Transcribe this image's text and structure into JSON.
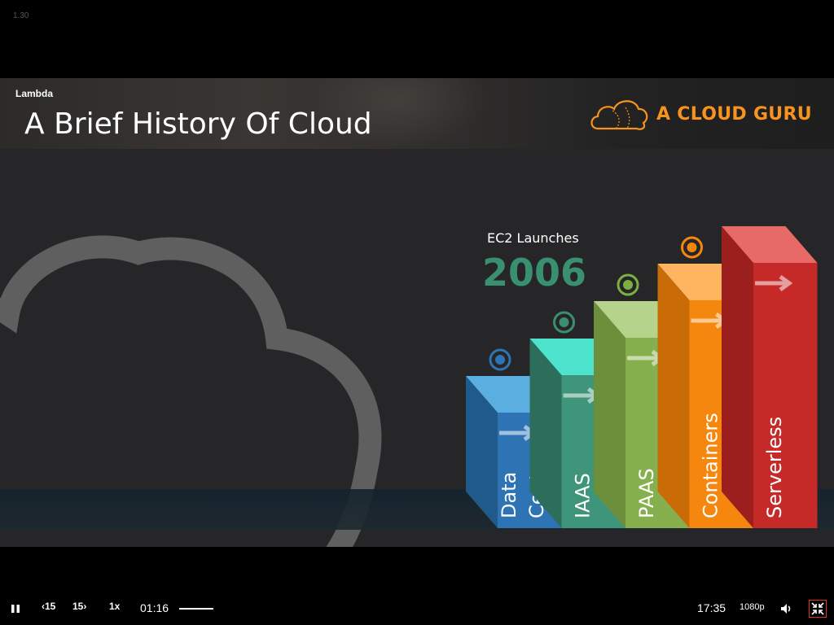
{
  "overlay": {
    "version": "1.30"
  },
  "slide": {
    "module": "Lambda",
    "title": "A Brief History Of Cloud",
    "brand": "A CLOUD GURU",
    "callout_label": "EC2 Launches",
    "callout_year": "2006",
    "steps": [
      {
        "label_lines": [
          "Data",
          "Centre"
        ],
        "color": "#2e74b5",
        "top_color": "#5aaee0",
        "side_color": "#1f5a8a",
        "marker_color": "#2e74b5"
      },
      {
        "label_lines": [
          "IAAS"
        ],
        "color": "#3f9579",
        "top_color": "#4de3cc",
        "side_color": "#2c6e59",
        "marker_color": "#3a8f6f"
      },
      {
        "label_lines": [
          "PAAS"
        ],
        "color": "#86b04d",
        "top_color": "#b5d38a",
        "side_color": "#6b8f3a",
        "marker_color": "#7db043"
      },
      {
        "label_lines": [
          "Containers"
        ],
        "color": "#f5870f",
        "top_color": "#ffb460",
        "side_color": "#c96c08",
        "marker_color": "#f5870f"
      },
      {
        "label_lines": [
          "Serverless"
        ],
        "color": "#c62a28",
        "top_color": "#e86a66",
        "side_color": "#9c1f1d",
        "marker_color": null
      }
    ]
  },
  "player": {
    "play_state_icon": "pause-icon",
    "rewind_label": "15",
    "forward_label": "15",
    "speed": "1x",
    "current_time": "01:16",
    "duration": "17:35",
    "quality": "1080p",
    "progress_fraction": 0.072
  }
}
